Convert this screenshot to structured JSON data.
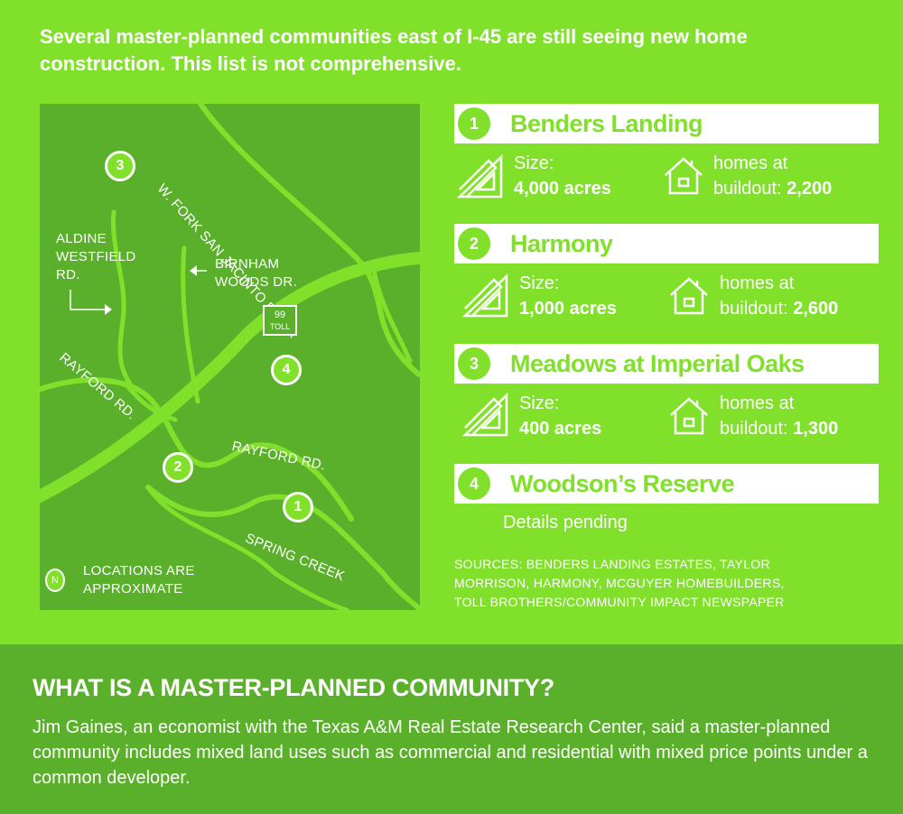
{
  "intro": "Several master-planned communities east of I-45 are still seeing new home construction. This list is not comprehensive.",
  "map": {
    "labels": {
      "river": "W. FORK SAN JACINTO RIVER",
      "aldine": [
        "ALDINE",
        "WESTFIELD",
        "RD."
      ],
      "birnham": [
        "BIRNHAM",
        "WOODS DR."
      ],
      "rayford_left": "RAYFORD RD.",
      "rayford_right": "RAYFORD RD.",
      "spring_creek": "SPRING CREEK",
      "toll_num": "99",
      "toll_text": "TOLL",
      "legend_icon": "N",
      "legend": [
        "LOCATIONS ARE",
        "APPROXIMATE"
      ]
    },
    "pins": [
      "3",
      "4",
      "2",
      "1"
    ]
  },
  "communities": [
    {
      "num": "1",
      "name": "Benders Landing",
      "size_label": "Size:",
      "size": "4,000 acres",
      "homes_label": "homes at",
      "homes_prefix": "buildout:",
      "homes": "2,200"
    },
    {
      "num": "2",
      "name": "Harmony",
      "size_label": "Size:",
      "size": "1,000 acres",
      "homes_label": "homes at",
      "homes_prefix": "buildout:",
      "homes": "2,600"
    },
    {
      "num": "3",
      "name": "Meadows at Imperial Oaks",
      "size_label": "Size:",
      "size": "400 acres",
      "homes_label": "homes at",
      "homes_prefix": "buildout:",
      "homes": "1,300"
    },
    {
      "num": "4",
      "name": "Woodson’s Reserve",
      "details": "Details pending"
    }
  ],
  "sources": [
    "SOURCES: BENDERS LANDING ESTATES, TAYLOR",
    "MORRISON, HARMONY, MCGUYER HOMEBUILDERS,",
    "TOLL BROTHERS/COMMUNITY IMPACT NEWSPAPER"
  ],
  "explainer": {
    "heading": "WHAT IS A MASTER-PLANNED COMMUNITY?",
    "body": "Jim Gaines, an economist with the Texas A&M Real Estate Research Center, said a master-planned community includes mixed land uses such as commercial and residential with mixed price points under a common developer."
  },
  "colors": {
    "background": "#80e02a",
    "map": "#5ab02a",
    "road": "#80e02a",
    "text": "#ffffff"
  },
  "icons": [
    "ruler-triangle-icon",
    "house-icon",
    "north-arrow-icon"
  ]
}
